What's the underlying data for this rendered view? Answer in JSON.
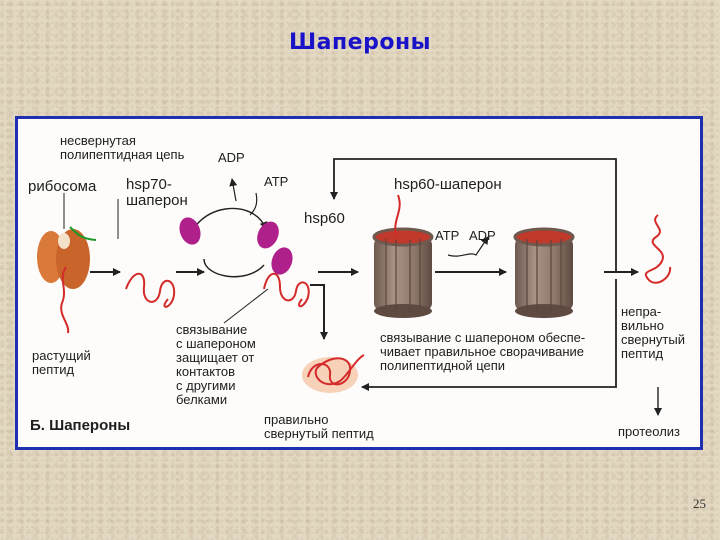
{
  "slide": {
    "title": "Шапероны",
    "page_number": "25"
  },
  "diagram": {
    "labels": {
      "unfolded_chain": "несвернутая\nполипептидная цепь",
      "adp_top": "ADP",
      "atp_top": "ATP",
      "ribosome": "рибосома",
      "hsp70": "hsp70-\nшаперон",
      "hsp60_chaperone": "hsp60-шаперон",
      "hsp60": "hsp60",
      "atp_mid": "ATP",
      "adp_mid": "ADP",
      "misfolded": "непра-\nвильно\nсвернутый\nпептид",
      "growing_peptide": "растущий\nпептид",
      "binding_protects": "связывание\nс шапероном\nзащищает от\nконтактов\nс другими\nбелками",
      "binding_ensures": "связывание с шапероном обеспе-\nчивает правильное сворачивание\nполипептидной цепи",
      "caption": "Б. Шапероны",
      "correct_folded": "правильно\nсвернутый пептид",
      "proteolysis": "протеолиз"
    },
    "colors": {
      "chain": "#d42a2a",
      "ribosome": "#d9793a",
      "hsp70": "#b0208a",
      "barrel": "#8a7266",
      "arrow": "#222222",
      "frame": "#1f2fb0",
      "title": "#1a12c8"
    }
  }
}
